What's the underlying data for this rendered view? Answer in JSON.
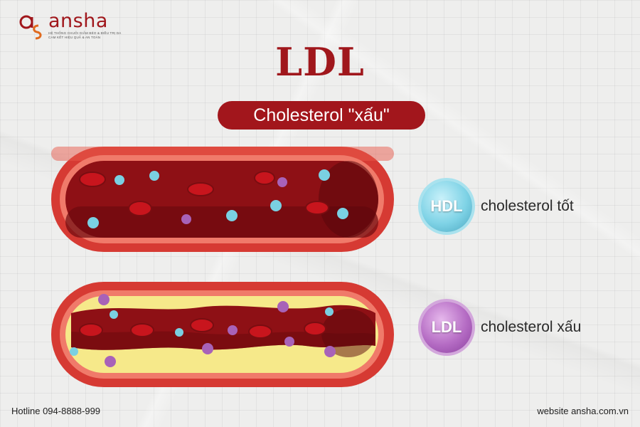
{
  "brand": {
    "name": "ansha",
    "tagline_line1": "HỆ THỐNG CHUỖI GIẢM BÉO & ĐIỀU TRỊ DA",
    "tagline_line2": "CAM KẾT HIỆU QUẢ & AN TOÀN",
    "color": "#a0171c"
  },
  "title": "LDL",
  "subtitle": "Cholesterol \"xấu\"",
  "legend": [
    {
      "badge": "HDL",
      "label": "cholesterol tốt",
      "color": "#7fd3e6"
    },
    {
      "badge": "LDL",
      "label": "cholesterol xấu",
      "color": "#b56cc4"
    }
  ],
  "footer": {
    "hotline": "Hotline 094-8888-999",
    "website": "website ansha.com.vn"
  },
  "colors": {
    "vessel_wall": "#c82326",
    "vessel_inner": "#7a0d11",
    "plaque": "#f6e98a",
    "red_cell": "#c8151d",
    "hdl_particle": "#7ad0e2",
    "ldl_particle": "#a862b8"
  }
}
